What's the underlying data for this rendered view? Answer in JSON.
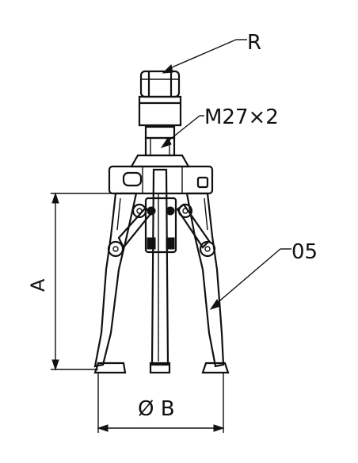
{
  "labels": {
    "r": "R",
    "thread": "M27×2",
    "part": "05",
    "dim_a": "A",
    "dim_b": "Ø B"
  }
}
